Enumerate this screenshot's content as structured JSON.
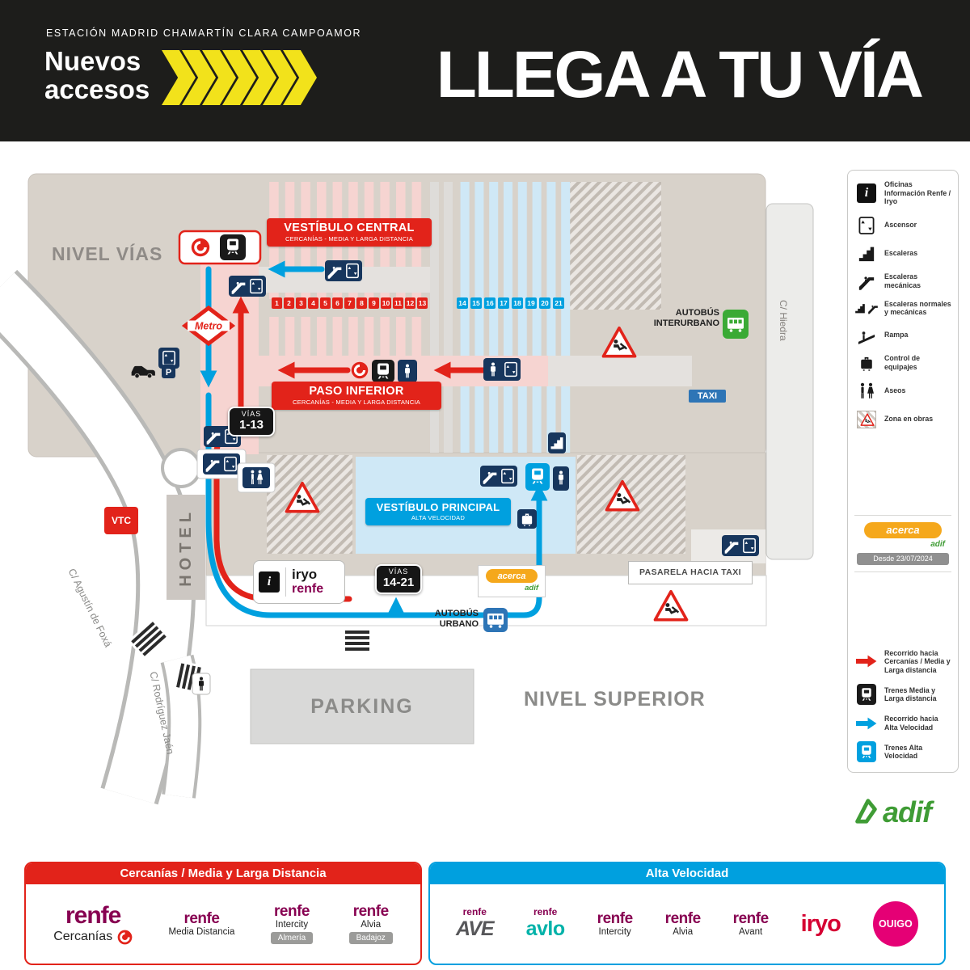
{
  "colors": {
    "red": "#e2231a",
    "blue": "#00a0df",
    "navy": "#17365d",
    "beige": "#d8d2ca",
    "pink": "#f6d4d1",
    "lightblue": "#cfe8f6",
    "yellow": "#f2e21b",
    "acercaorange": "#f5a81c",
    "busgreen": "#3aaa35",
    "adifgreen": "#3f9c35",
    "renfepurple": "#870051",
    "iryored": "#d50032",
    "ouigopink": "#e50075",
    "avloteal": "#00b2a9"
  },
  "header": {
    "station": "ESTACIÓN MADRID CHAMARTÍN CLARA CAMPOAMOR",
    "program_line1": "Nuevos",
    "program_line2": "accesos",
    "title": "LLEGA A TU VÍA"
  },
  "map": {
    "nivel_vias": "NIVEL VÍAS",
    "vestibulo_central": {
      "title": "VESTÍBULO CENTRAL",
      "subtitle": "CERCANÍAS - MEDIA Y LARGA DISTANCIA"
    },
    "paso_inferior": {
      "title": "PASO INFERIOR",
      "subtitle": "CERCANÍAS - MEDIA Y LARGA DISTANCIA"
    },
    "vias_cercanias": {
      "label": "VÍAS",
      "value": "1-13"
    },
    "vestibulo_principal": {
      "title": "VESTÍBULO PRINCIPAL",
      "subtitle": "ALTA VELOCIDAD"
    },
    "vias_av": {
      "label": "VÍAS",
      "value": "14-21"
    },
    "platforms_cercanias": [
      "1",
      "2",
      "3",
      "4",
      "5",
      "6",
      "7",
      "8",
      "9",
      "10",
      "11",
      "12",
      "13"
    ],
    "platforms_av": [
      "14",
      "15",
      "16",
      "17",
      "18",
      "19",
      "20",
      "21"
    ],
    "labels": {
      "autobus_interurbano_1": "AUTOBÚS",
      "autobus_interurbano_2": "INTERURBANO",
      "autobus_urbano_1": "AUTOBÚS",
      "autobus_urbano_2": "URBANO",
      "taxi": "TAXI",
      "vtc": "VTC",
      "p": "P",
      "hotel": "HOTEL",
      "parking": "PARKING",
      "nivel_superior": "NIVEL SUPERIOR",
      "pasarela": "PASARELA HACIA TAXI",
      "metro": "Metro",
      "calle_hiedra": "C/ Hiedra",
      "calle_agustin": "C/ Agustín de Foxá",
      "calle_rodriguez": "C/ Rodríguez Jaén",
      "acerca": "acerca",
      "adif": "adif",
      "info": "i",
      "iryo": "iryo",
      "renfe": "renfe"
    }
  },
  "legend": {
    "items": [
      {
        "icon": "info-icon",
        "label": "Oficinas Información Renfe / Iryo"
      },
      {
        "icon": "elevator-icon",
        "label": "Ascensor"
      },
      {
        "icon": "stairs-icon",
        "label": "Escaleras"
      },
      {
        "icon": "escalator-icon",
        "label": "Escaleras mecánicas"
      },
      {
        "icon": "stairs-escalator-icon",
        "label": "Escaleras normales y mecánicas"
      },
      {
        "icon": "ramp-icon",
        "label": "Rampa"
      },
      {
        "icon": "luggage-icon",
        "label": "Control de equipajes"
      },
      {
        "icon": "restroom-icon",
        "label": "Aseos"
      },
      {
        "icon": "construction-icon",
        "label": "Zona en obras"
      }
    ],
    "acerca": {
      "badge": "acerca",
      "brand": "adif",
      "since": "Desde 23/07/2024"
    },
    "routes": [
      {
        "icon": "red-arrow-icon",
        "label": "Recorrido hacia Cercanías / Media y Larga distancia"
      },
      {
        "icon": "black-train-icon",
        "label": "Trenes Media y Larga distancia"
      },
      {
        "icon": "blue-arrow-icon",
        "label": "Recorrido hacia Alta Velocidad"
      },
      {
        "icon": "blue-train-icon",
        "label": "Trenes Alta Velocidad"
      }
    ]
  },
  "footer": {
    "adif": "adif",
    "cercanias": {
      "title": "Cercanías / Media y Larga Distancia",
      "brands": [
        {
          "name": "renfe",
          "sub": "Cercanías"
        },
        {
          "name": "renfe",
          "sub": "Media Distancia"
        },
        {
          "name": "renfe",
          "sub": "Intercity",
          "badge": "Almería"
        },
        {
          "name": "renfe",
          "sub": "Alvia",
          "badge": "Badajoz"
        }
      ]
    },
    "alta_velocidad": {
      "title": "Alta Velocidad",
      "brands": [
        {
          "name": "renfe",
          "sub": "AVE"
        },
        {
          "name": "renfe",
          "sub": "avlo"
        },
        {
          "name": "renfe",
          "sub": "Intercity"
        },
        {
          "name": "renfe",
          "sub": "Alvia"
        },
        {
          "name": "renfe",
          "sub": "Avant"
        },
        {
          "name": "iryo"
        },
        {
          "name": "OUIGO"
        }
      ]
    }
  }
}
